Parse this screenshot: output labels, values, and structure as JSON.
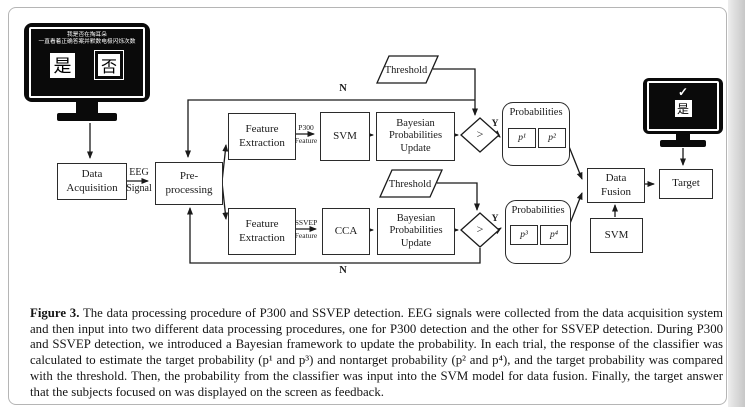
{
  "figure": {
    "stimulus_monitor": {
      "instruction": "我是否在掏耳朵\n一直看着正确答案并默数电极闪烁次数",
      "yes": "是",
      "no": "否"
    },
    "feedback_monitor": {
      "check": "✓",
      "answer": "是"
    },
    "nodes": {
      "data_acquisition": "Data\nAcquisition",
      "preprocessing": "Pre-\nprocessing",
      "feature_extraction": "Feature\nExtraction",
      "svm_p300": "SVM",
      "cca": "CCA",
      "bayesian_update": "Bayesian\nProbabilities\nUpdate",
      "threshold": "Threshold",
      "compare": ">",
      "probabilities_title": "Probabilities",
      "p1": "p¹",
      "p2": "p²",
      "p3": "p³",
      "p4": "p⁴",
      "data_fusion": "Data\nFusion",
      "svm_fusion": "SVM",
      "target": "Target"
    },
    "edge_labels": {
      "eeg": "EEG",
      "signal": "Signal",
      "p300": "P300",
      "feature": "Feature",
      "ssvep": "SSVEP",
      "n": "N",
      "y": "Y"
    },
    "colors": {
      "stroke": "#1a1a1a",
      "monitor": "#0a0a0a",
      "background": "#ffffff"
    }
  },
  "caption": {
    "label": "Figure 3.",
    "text": " The data processing procedure of P300 and SSVEP detection. EEG signals were collected from the data acquisition system and then input into two different data processing procedures, one for P300 detection and the other for SSVEP detection. During P300 and SSVEP detection, we introduced a Bayesian framework to update the probability. In each trial, the response of the classifier was calculated to estimate the target probability (p¹ and p³) and nontarget probability (p² and p⁴), and the target probability was compared with the threshold. Then, the probability from the classifier was input into the SVM model for data fusion. Finally, the target answer that the subjects focused on was displayed on the screen as feedback."
  }
}
